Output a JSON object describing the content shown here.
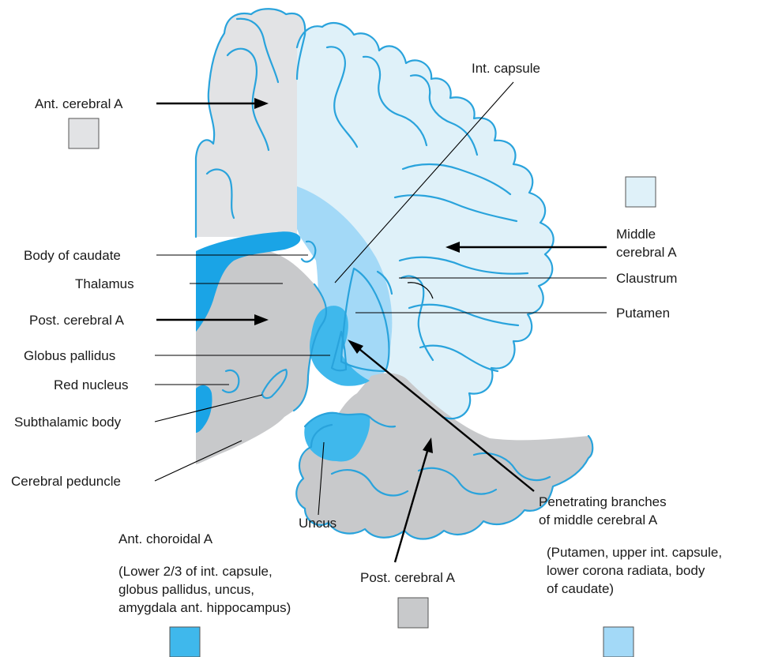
{
  "labels": {
    "ant_cerebral": "Ant. cerebral A",
    "int_capsule": "Int. capsule",
    "middle_cerebral_1": "Middle",
    "middle_cerebral_2": "cerebral A",
    "body_of_caudate": "Body of caudate",
    "thalamus": "Thalamus",
    "claustrum": "Claustrum",
    "post_cerebral_left": "Post. cerebral A",
    "putamen": "Putamen",
    "globus_pallidus": "Globus pallidus",
    "red_nucleus": "Red nucleus",
    "subthalamic_body": "Subthalamic body",
    "cerebral_peduncle": "Cerebral peduncle",
    "penetrating_1": "Penetrating branches",
    "penetrating_2": "of middle cerebral A",
    "uncus": "Uncus"
  },
  "legend": {
    "ant_choroidal_title": "Ant. choroidal A",
    "ant_choroidal_desc_1": "(Lower 2/3 of int. capsule,",
    "ant_choroidal_desc_2": "globus pallidus, uncus,",
    "ant_choroidal_desc_3": "amygdala ant. hippocampus)",
    "post_cerebral_bottom": "Post. cerebral A",
    "penetrating_desc_1": "(Putamen, upper int. capsule,",
    "penetrating_desc_2": "lower corona radiata, body",
    "penetrating_desc_3": "of caudate)"
  },
  "colors": {
    "ant_cerebral": "#e2e3e5",
    "middle_cerebral": "#dff1f9",
    "post_cerebral": "#c8c9cb",
    "ant_choroidal": "#3fb8ec",
    "penetrating": "#a3d9f7",
    "caudate_deep": "#1aa4e6",
    "outline": "#29a3dc"
  }
}
